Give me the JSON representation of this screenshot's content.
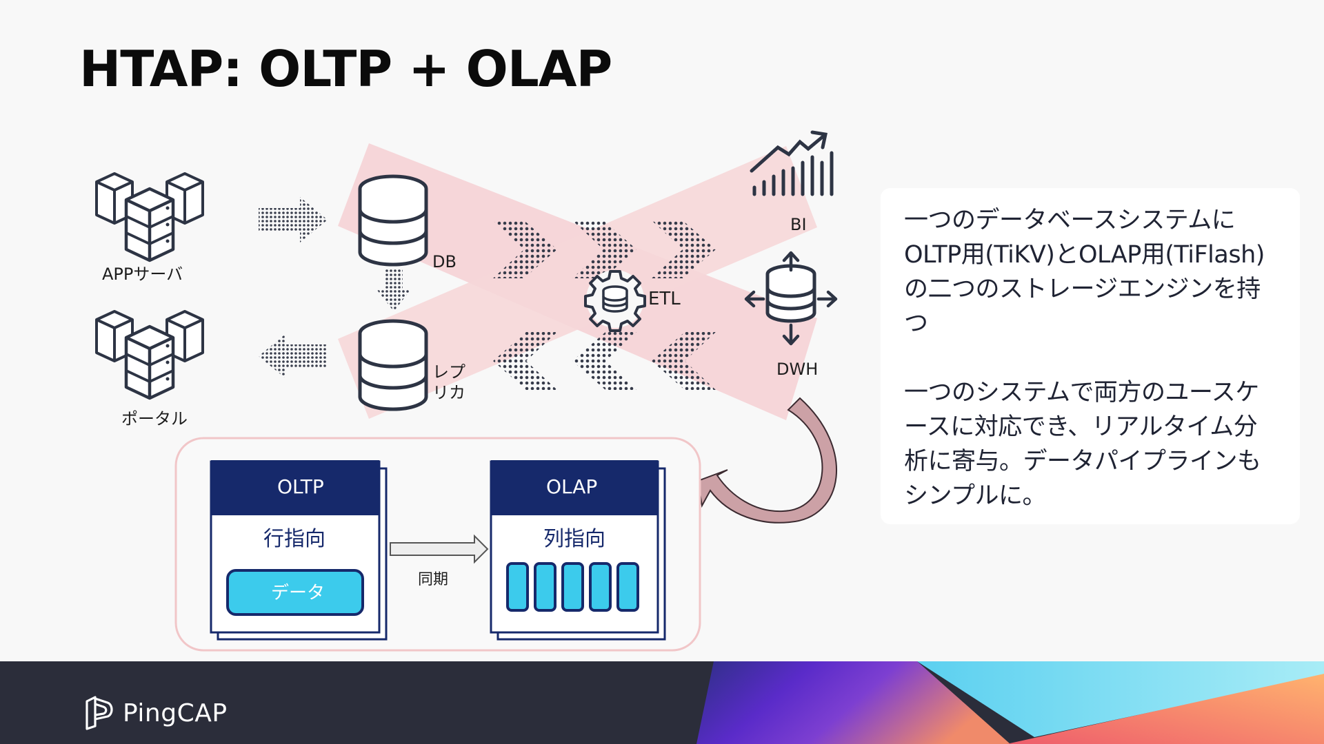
{
  "title": "HTAP: OLTP + OLAP",
  "diagram": {
    "app_server": "APPサーバ",
    "portal": "ポータル",
    "db": "DB",
    "replica_line1": "レプ",
    "replica_line2": "リカ",
    "etl": "ETL",
    "bi": "BI",
    "dwh": "DWH",
    "oltp": {
      "header": "OLTP",
      "orientation": "行指向",
      "data_label": "データ"
    },
    "olap": {
      "header": "OLAP",
      "orientation": "列指向"
    },
    "sync": "同期"
  },
  "panel": {
    "para1": "一つのデータベースシステムにOLTP用(TiKV)とOLAP用(TiFlash)の二つのストレージエンジンを持つ",
    "para2": "一つのシステムで両方のユースケースに対応でき、リアルタイム分析に寄与。データパイプラインもシンプルに。"
  },
  "footer": {
    "brand": "PingCAP"
  },
  "colors": {
    "navy": "#16296b",
    "cyan": "#3ccbec",
    "pink_band": "#f5d3d6",
    "icon_stroke": "#2d3444",
    "footer_bg": "#2b2d3a"
  }
}
